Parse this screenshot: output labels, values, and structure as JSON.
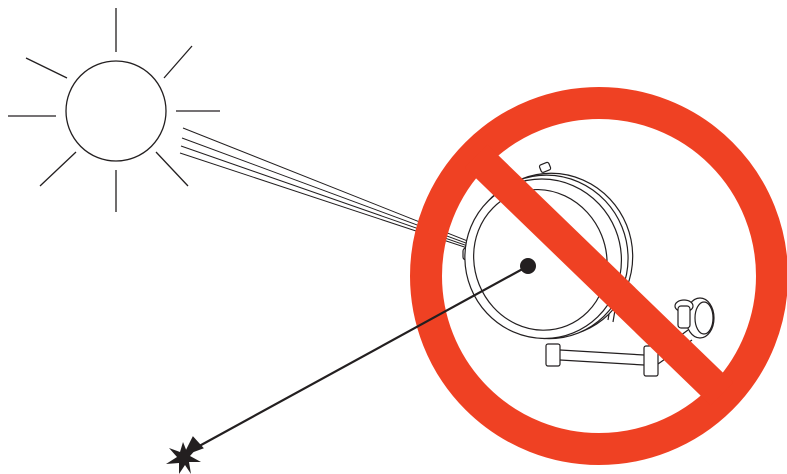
{
  "diagram": {
    "scene": "sunlight-focused-by-magnifying-mirror-prohibited",
    "elements": [
      {
        "name": "sun-icon"
      },
      {
        "name": "sun-rays-to-mirror"
      },
      {
        "name": "magnifying-mirror-icon"
      },
      {
        "name": "focal-point"
      },
      {
        "name": "reflected-beam"
      },
      {
        "name": "ignition-spark-icon"
      },
      {
        "name": "prohibition-sign-icon"
      }
    ],
    "colors": {
      "line": "#231f20",
      "prohibition": "#ef4123",
      "background": "#ffffff",
      "mirror_fill": "#ffffff"
    }
  }
}
